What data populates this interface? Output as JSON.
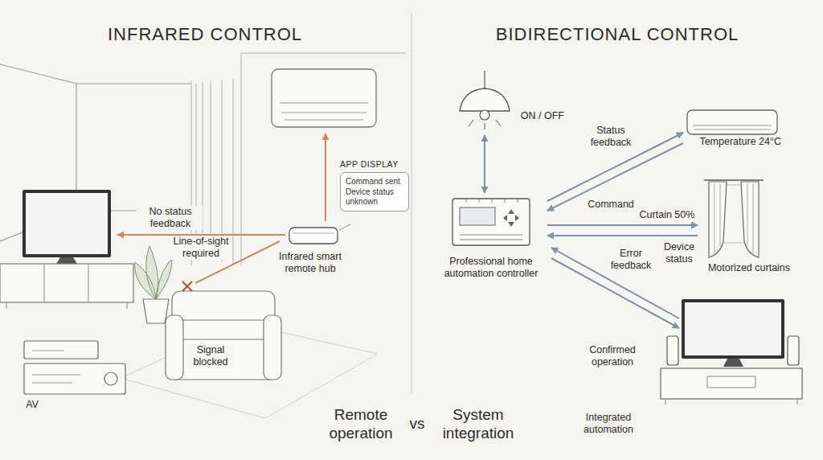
{
  "diagram": {
    "nodes": [
      {
        "text": [
          "APP DISPLAY",
          "Command sent",
          "Device status unknown"
        ]
      },
      {
        "text": [
          "Infrared smart remote hub"
        ]
      },
      {
        "text": [
          "ON / OFF"
        ]
      },
      {
        "text": [
          "Professional home automation controller"
        ]
      },
      {
        "text": [
          "Temperature 24°C"
        ]
      },
      {
        "text": [
          "Motorized curtains"
        ]
      }
    ],
    "edges": [
      {
        "from": 3,
        "to": 2,
        "arrow": "both"
      },
      {
        "from": 3,
        "to": 4,
        "label": "Status feedback",
        "arrow": "to"
      },
      {
        "from": 4,
        "to": 3,
        "label": "Command",
        "arrow": "to"
      },
      {
        "from": 3,
        "to": 5,
        "label": "Curtain 50%",
        "arrow": "to"
      },
      {
        "from": 5,
        "to": 3,
        "label": "Device status",
        "arrow": "to"
      }
    ],
    "labels": [
      "INFRARED CONTROL",
      "BIDIRECTIONAL CONTROL",
      "No status feedback",
      "Line-of-sight required",
      "Signal blocked",
      "AV",
      "Error feedback",
      "Confirmed operation",
      "Remote operation",
      "vs",
      "System integration",
      "Integrated automation"
    ]
  }
}
